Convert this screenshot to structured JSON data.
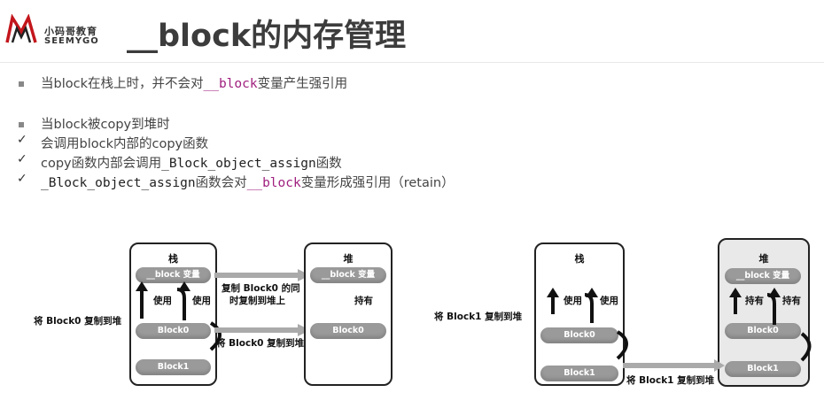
{
  "header": {
    "logo_cn": "小码哥教育",
    "logo_en": "SEEMYGO",
    "title": "__block的内存管理"
  },
  "bullets": [
    {
      "marker": "square",
      "parts": [
        {
          "t": "当block在栈上时，并不会对"
        },
        {
          "t": "__block",
          "k": "kw"
        },
        {
          "t": "变量产生强引用"
        }
      ]
    },
    {
      "marker": "square",
      "parts": [
        {
          "t": "当block被copy到堆时"
        }
      ]
    },
    {
      "marker": "check",
      "parts": [
        {
          "t": "会调用block内部的copy函数"
        }
      ]
    },
    {
      "marker": "check",
      "parts": [
        {
          "t": "copy函数内部会调用"
        },
        {
          "t": "_Block_object_assign",
          "k": "code"
        },
        {
          "t": "函数"
        }
      ]
    },
    {
      "marker": "check",
      "parts": [
        {
          "t": "_Block_object_assign",
          "k": "code"
        },
        {
          "t": "函数会对"
        },
        {
          "t": "__block",
          "k": "kw"
        },
        {
          "t": "变量形成强引用（retain）"
        }
      ]
    }
  ],
  "diagram_left": {
    "side_label": "将 Block0 复制到堆",
    "stack_title": "栈",
    "heap_title": "堆",
    "stack_var": "__block 变量",
    "heap_var": "__block 变量",
    "use1": "使用",
    "use2": "使用",
    "hold": "持有",
    "block0": "Block0",
    "block1": "Block1",
    "heap_block0": "Block0",
    "copy_note_1": "复制 Block0 的同",
    "copy_note_2": "时复制到堆上",
    "copy_arrow": "将 Block0 复制到堆"
  },
  "diagram_right": {
    "side_label": "将 Block1 复制到堆",
    "stack_title": "栈",
    "heap_title": "堆",
    "heap_var": "__block 变量",
    "use1": "使用",
    "use2": "使用",
    "hold1": "持有",
    "hold2": "持有",
    "block0": "Block0",
    "block1": "Block1",
    "heap_block0": "Block0",
    "heap_block1": "Block1",
    "copy_arrow": "将 Block1 复制到堆"
  }
}
